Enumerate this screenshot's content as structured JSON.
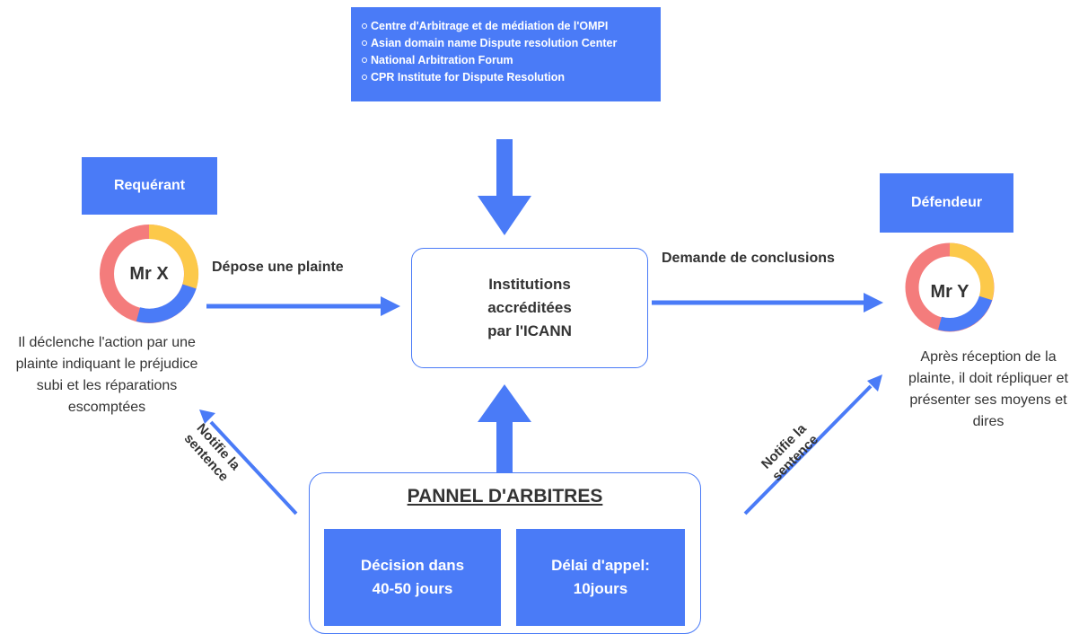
{
  "institutions_list": [
    "Centre d'Arbitrage et de médiation de l'OMPI",
    "Asian domain name Dispute resolution Center",
    "National Arbitration Forum",
    "CPR Institute for Dispute Resolution"
  ],
  "requerant": {
    "title": "Requérant",
    "persona": "Mr X",
    "description": "Il déclenche l'action par une plainte indiquant le préjudice subi et les réparations escomptées"
  },
  "defendeur": {
    "title": "Défendeur",
    "persona": "Mr Y",
    "description": "Après réception de la plainte, il doit répliquer et présenter ses moyens et dires"
  },
  "center": {
    "label": "Institutions accréditées par l'ICANN"
  },
  "arrows": {
    "depose": "Dépose une plainte",
    "demande": "Demande de conclusions",
    "notifie_left": "Notifie la sentence",
    "notifie_right": "Notifie la sentence"
  },
  "pannel": {
    "title": "PANNEL D'ARBITRES",
    "decision": "Décision dans 40-50 jours",
    "delai": "Délai d'appel: 10jours"
  },
  "colors": {
    "accent": "#4a7bf7",
    "ring_red": "#f47c7c",
    "ring_yellow": "#fcc94a",
    "ring_blue": "#4a7bf7"
  }
}
